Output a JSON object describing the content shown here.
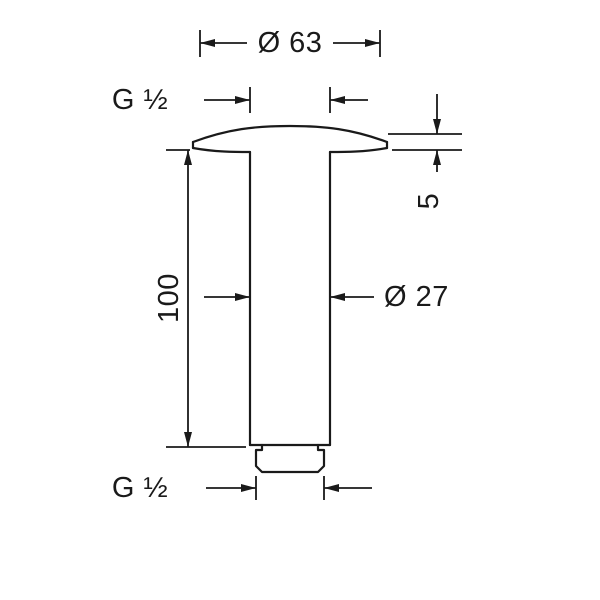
{
  "labels": {
    "top_diameter": "Ø 63",
    "top_thread": "G ½",
    "flange_height": "5",
    "pipe_length": "100",
    "pipe_diameter": "Ø 27",
    "bottom_thread": "G ½"
  },
  "colors": {
    "line": "#1a1a1a",
    "background": "#ffffff"
  }
}
